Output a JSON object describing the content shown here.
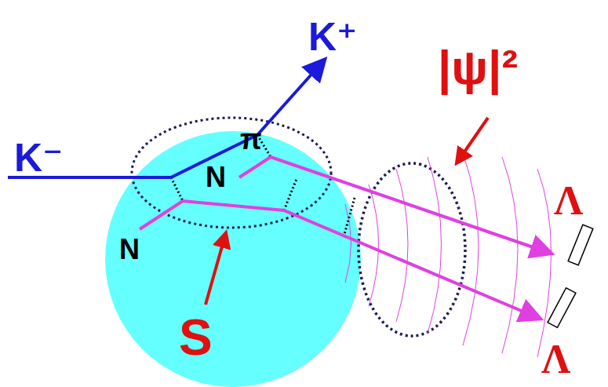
{
  "diagram": {
    "labels": [
      "K⁺",
      "|ψ|²",
      "K⁻",
      "π",
      "N",
      "Λ",
      "N",
      "S",
      "Λ"
    ]
  }
}
